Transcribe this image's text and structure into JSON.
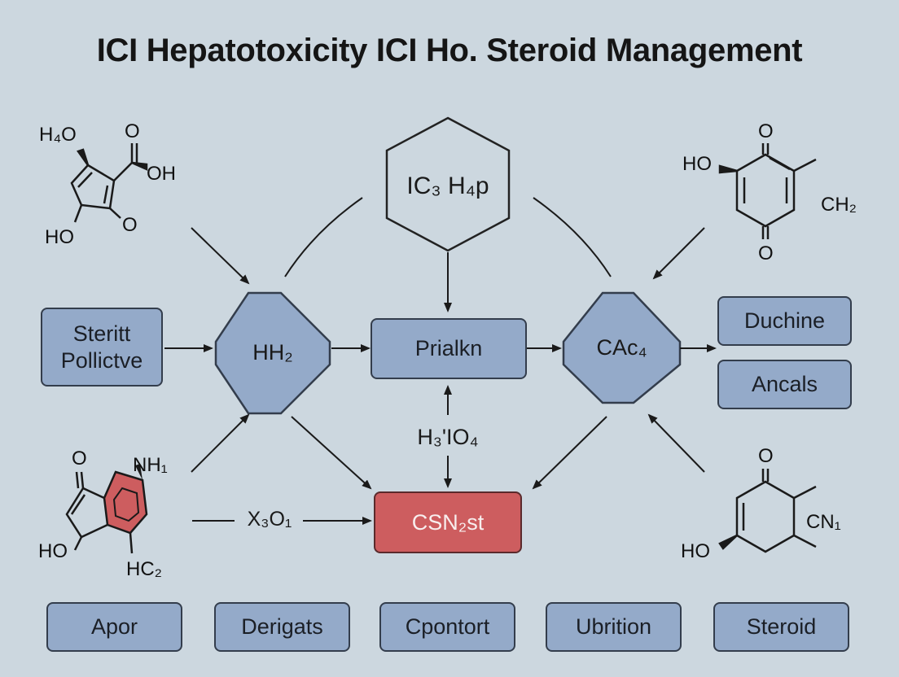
{
  "title": "ICI Hepatotoxicity ICI Ho. Steroid Management",
  "hexagon": {
    "label": "IC₃ H₄p"
  },
  "diamonds": {
    "left": {
      "label": "HH₂"
    },
    "right": {
      "label": "CAc₄"
    }
  },
  "boxes": {
    "sterit": {
      "line1": "Steritt",
      "line2": "Pollictve"
    },
    "prialkn": "Prialkn",
    "duchine": "Duchine",
    "ancals": "Ancals",
    "csn": "CSN₂st"
  },
  "labels": {
    "h3io4": "H₃'IO₄",
    "x3o1": "X₃O₁"
  },
  "bottom_boxes": [
    "Apor",
    "Derigats",
    "Cpontort",
    "Ubrition",
    "Steroid"
  ],
  "molecules": {
    "top_left": {
      "a": "H₄O",
      "b": "O",
      "c": "OH",
      "d": "HO",
      "e": "O"
    },
    "top_right": {
      "a": "O",
      "b": "HO",
      "c": "CH₂",
      "d": "O"
    },
    "bottom_left": {
      "a": "O",
      "b": "NH₁",
      "c": "HO",
      "d": "HC₂"
    },
    "bottom_right": {
      "a": "O",
      "b": "CN₁",
      "c": "HO"
    }
  },
  "colors": {
    "background": "#ccd7df",
    "node_fill": "#94aac9",
    "highlight_fill": "#cd5d5f",
    "stroke": "#333d4c"
  }
}
